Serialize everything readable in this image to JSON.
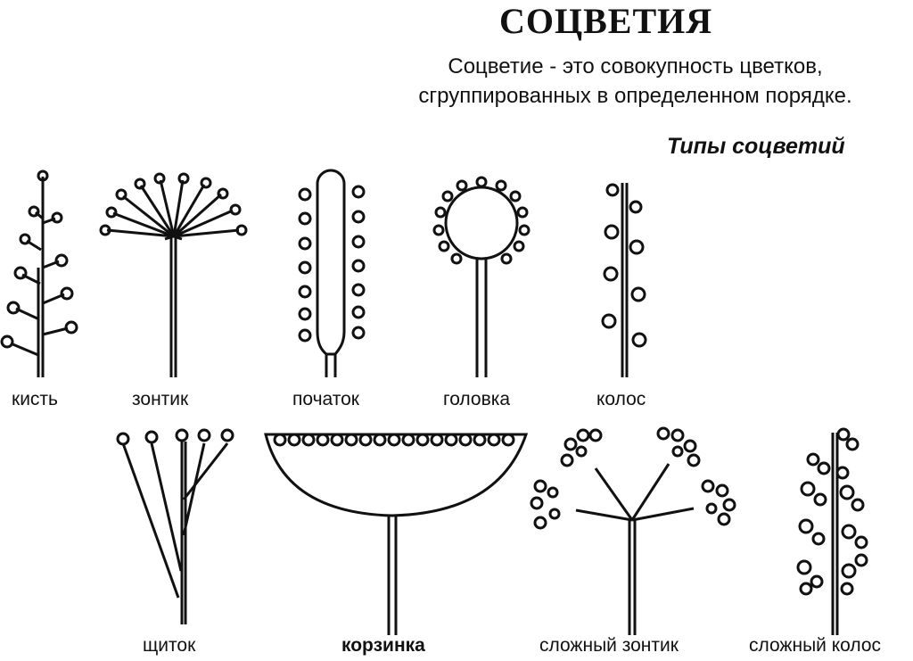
{
  "title": "СОЦВЕТИЯ",
  "definition": {
    "line1": "Соцветие - это совокупность цветков,",
    "line2": "сгруппированных в определенном порядке."
  },
  "subtitle": "Типы соцветий",
  "types": {
    "raceme": "кисть",
    "umbel": "зонтик",
    "spadix": "початок",
    "head": "головка",
    "spike": "колос",
    "corymb": "щиток",
    "capitulum": "корзинка",
    "compound_umbel": "сложный зонтик",
    "compound_spike": "сложный колос"
  }
}
